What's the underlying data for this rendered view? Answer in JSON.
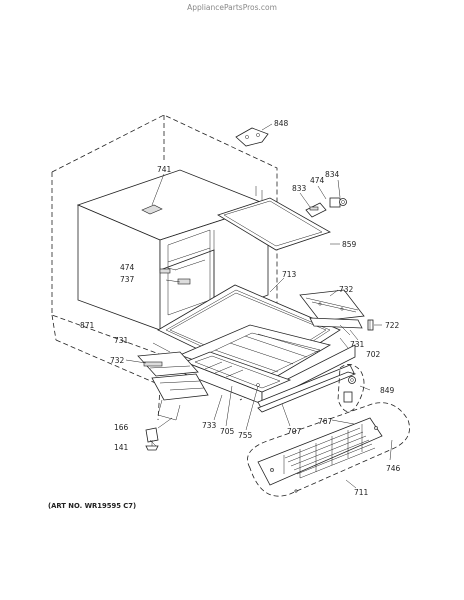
{
  "watermark": "AppliancePartsPros.com",
  "art_number": "(ART NO. WR19595 C7)",
  "callouts": {
    "c848": "848",
    "c741": "741",
    "c474a": "474",
    "c834": "834",
    "c833": "833",
    "c859": "859",
    "c474b": "474",
    "c737": "737",
    "c713": "713",
    "c732a": "732",
    "c871": "871",
    "c722": "722",
    "c731a": "731",
    "c731b": "731",
    "c702": "702",
    "c732b": "732",
    "c849": "849",
    "c166": "166",
    "c733": "733",
    "c705": "705",
    "c755": "755",
    "c707": "707",
    "c767": "767",
    "c141": "141",
    "c746": "746",
    "c711": "711"
  }
}
